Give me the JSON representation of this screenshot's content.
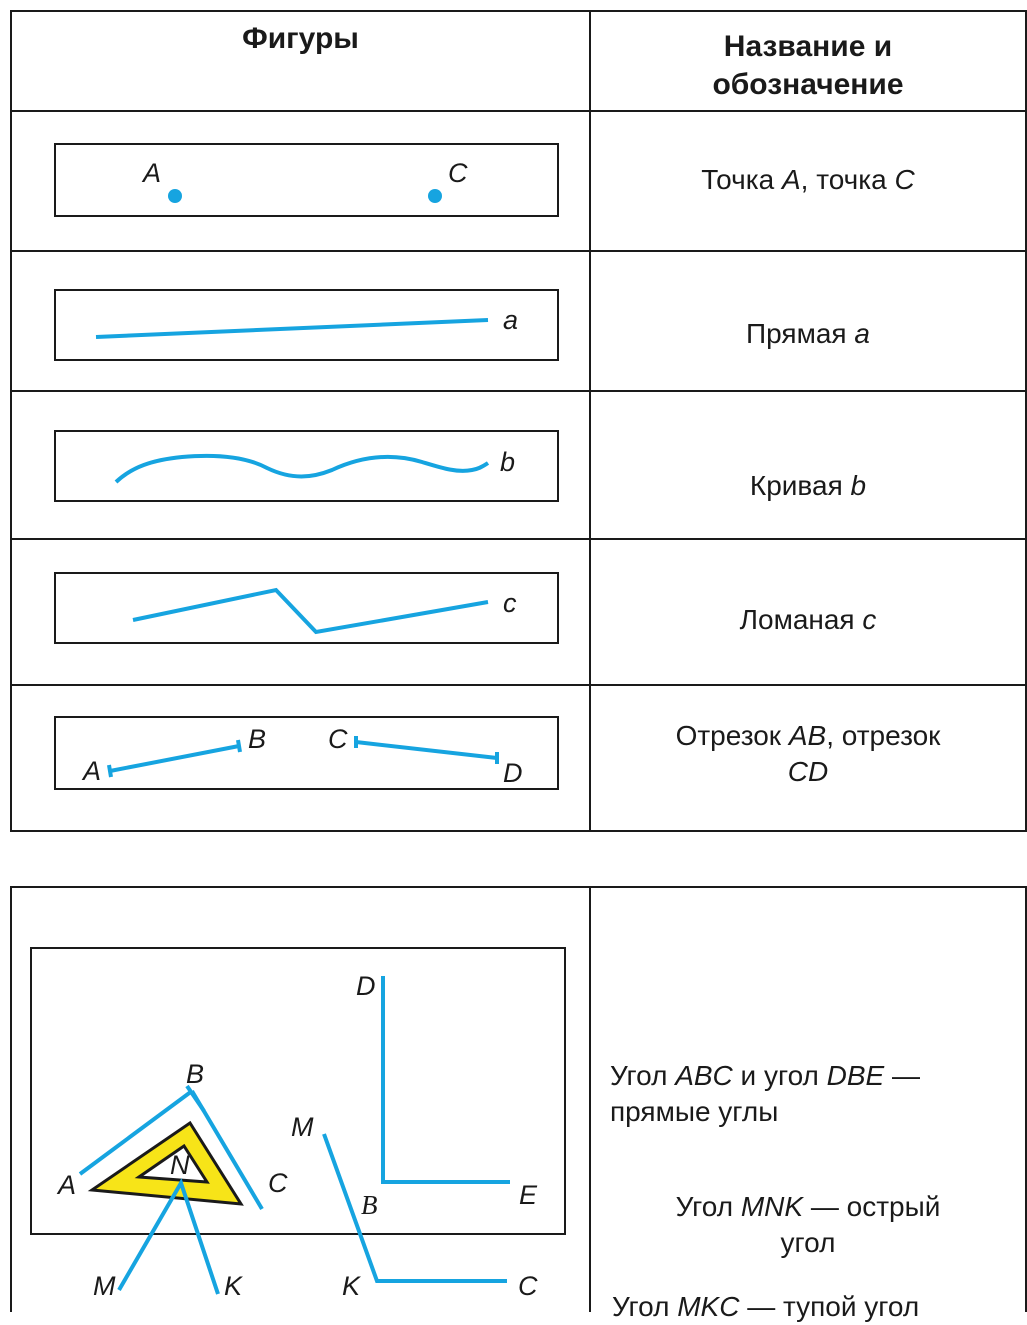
{
  "table1": {
    "headers": {
      "figures": "Фигуры",
      "name_line1": "Название и",
      "name_line2": "обозначение"
    },
    "rows": [
      {
        "desc_parts": [
          "Точка ",
          "A",
          ", точка ",
          "C"
        ],
        "labels": [
          "A",
          "C"
        ]
      },
      {
        "desc_parts": [
          "Прямая ",
          "a"
        ],
        "labels": [
          "a"
        ]
      },
      {
        "desc_parts": [
          "Кривая ",
          "b"
        ],
        "labels": [
          "b"
        ]
      },
      {
        "desc_parts": [
          "Ломаная ",
          "c"
        ],
        "labels": [
          "c"
        ]
      },
      {
        "desc_parts": [
          "Отрезок ",
          "AB",
          ", отрезок",
          "CD"
        ],
        "labels": [
          "A",
          "B",
          "C",
          "D"
        ]
      }
    ]
  },
  "table2": {
    "figure_labels": {
      "A": "A",
      "B": "B",
      "C": "C",
      "D": "D",
      "B2": "B",
      "E": "E",
      "N": "N",
      "M": "M",
      "K": "K",
      "M2": "M",
      "K2": "K",
      "C2": "C"
    },
    "notes": [
      {
        "parts": [
          "Угол ",
          "ABC",
          " и угол ",
          "DBE",
          " —"
        ],
        "line2": "прямые углы"
      },
      {
        "parts": [
          "Угол ",
          "MNK",
          " — острый"
        ],
        "line2": "угол"
      },
      {
        "parts": [
          "Угол ",
          "MKC",
          " — тупой угол"
        ]
      }
    ]
  },
  "colors": {
    "line": "#16a4e0",
    "border": "#1a1a1a",
    "triangle_fill": "#f7e418"
  }
}
